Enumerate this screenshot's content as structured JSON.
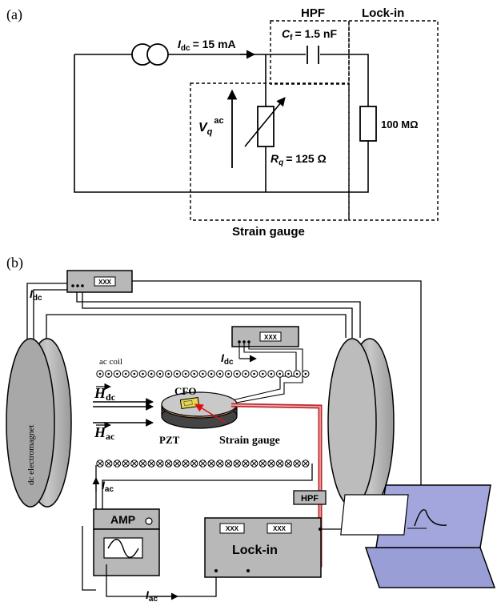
{
  "panel_a": {
    "label": "(a)",
    "hpf_title": "HPF",
    "lockin_title": "Lock-in",
    "idc_symbol": "I",
    "idc_sub": "dc",
    "idc_value": "= 15 mA",
    "cf_symbol": "C",
    "cf_sub": "f",
    "cf_value": "= 1.5 nF",
    "vq_symbol": "V",
    "vq_sub": "q",
    "vq_sup": "ac",
    "rq_symbol": "R",
    "rq_sub": "q",
    "rq_value": "= 125 Ω",
    "resistor_value": "100 MΩ",
    "strain_gauge_label": "Strain gauge"
  },
  "panel_b": {
    "label": "(b)",
    "meter_top_display": "XXX",
    "meter_small_display": "XXX",
    "idc_left_symbol": "I",
    "idc_left_sub": "dc",
    "idc_right_symbol": "I",
    "idc_right_sub": "dc",
    "ac_coil_label": "ac coil",
    "cfo_label": "CFO",
    "pzt_label": "PZT",
    "strain_gauge_label": "Strain gauge",
    "h_dc_symbol": "H",
    "h_dc_sub": "dc",
    "h_ac_symbol": "H",
    "h_ac_sub": "ac",
    "electromagnet_label": "dc electromagnet",
    "iac_top_symbol": "I",
    "iac_top_sub": "ac",
    "iac_bottom_symbol": "I",
    "iac_bottom_sub": "ac",
    "amp_label": "AMP",
    "hpf_label": "HPF",
    "lockin_label": "Lock-in",
    "lockin_display_1": "XXX",
    "lockin_display_2": "XXX"
  },
  "colors": {
    "device_gray": "#b8b8b8",
    "laptop_screen": "#a3a6dc",
    "laptop_body": "#9a9ed6",
    "cable_red": "#c0262c",
    "cable_pink": "#e8b3b3",
    "sample_yellow": "#e6d84a"
  }
}
